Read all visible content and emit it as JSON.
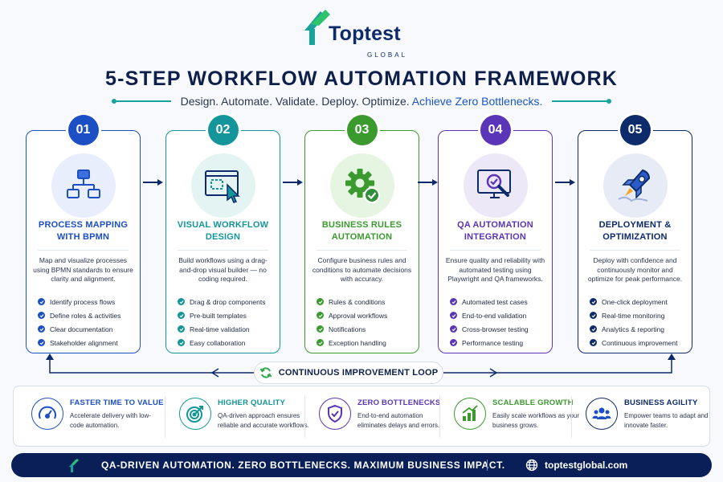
{
  "brand": {
    "name": "Toptest",
    "sub": "GLOBAL"
  },
  "title": "5-STEP WORKFLOW AUTOMATION FRAMEWORK",
  "tagline": {
    "main": "Design. Automate. Validate. Deploy. Optimize.",
    "highlight": "Achieve Zero Bottlenecks."
  },
  "colors": {
    "navy": "#0d1f4a",
    "step1": "#1c4fc3",
    "step2": "#13959a",
    "step3": "#3a9a2e",
    "step4": "#5b35b8",
    "step5": "#0d2a6b"
  },
  "steps": [
    {
      "num": "01",
      "title_l1": "PROCESS MAPPING",
      "title_l2": "WITH BPMN",
      "icon": "process-map-icon",
      "desc": "Map and visualize processes using BPMN standards to ensure clarity and alignment.",
      "bullets": [
        "Identify process flows",
        "Define roles & activities",
        "Clear documentation",
        "Stakeholder alignment"
      ]
    },
    {
      "num": "02",
      "title_l1": "VISUAL WORKFLOW",
      "title_l2": "DESIGN",
      "icon": "visual-builder-icon",
      "desc": "Build workflows using a drag-and-drop visual builder — no coding required.",
      "bullets": [
        "Drag & drop components",
        "Pre-built templates",
        "Real-time validation",
        "Easy collaboration"
      ]
    },
    {
      "num": "03",
      "title_l1": "BUSINESS RULES",
      "title_l2": "AUTOMATION",
      "icon": "gear-check-icon",
      "desc": "Configure business rules and conditions to automate decisions with accuracy.",
      "bullets": [
        "Rules & conditions",
        "Approval workflows",
        "Notifications",
        "Exception handling"
      ]
    },
    {
      "num": "04",
      "title_l1": "QA AUTOMATION",
      "title_l2": "INTEGRATION",
      "icon": "qa-monitor-icon",
      "desc": "Ensure quality and reliability with automated testing using Playwright and QA frameworks.",
      "bullets": [
        "Automated test cases",
        "End-to-end validation",
        "Cross-browser testing",
        "Performance testing"
      ]
    },
    {
      "num": "05",
      "title_l1": "DEPLOYMENT &",
      "title_l2": "OPTIMIZATION",
      "icon": "rocket-icon",
      "desc": "Deploy with confidence and continuously monitor and optimize for peak performance.",
      "bullets": [
        "One-click deployment",
        "Real-time monitoring",
        "Analytics & reporting",
        "Continuous improvement"
      ]
    }
  ],
  "loop": {
    "label": "CONTINUOUS IMPROVEMENT LOOP"
  },
  "benefits": [
    {
      "title": "FASTER TIME TO VALUE",
      "desc": "Accelerate delivery with low-code automation.",
      "icon": "speedometer-icon"
    },
    {
      "title": "HIGHER QUALITY",
      "desc": "QA-driven approach ensures reliable and accurate workflows.",
      "icon": "target-icon"
    },
    {
      "title": "ZERO BOTTLENECKS",
      "desc": "End-to-end automation eliminates delays and errors.",
      "icon": "shield-check-icon"
    },
    {
      "title": "SCALABLE GROWTH",
      "desc": "Easily scale workflows as your business grows.",
      "icon": "growth-chart-icon"
    },
    {
      "title": "BUSINESS AGILITY",
      "desc": "Empower teams to adapt and innovate faster.",
      "icon": "team-icon"
    }
  ],
  "footer": {
    "slogan": "QA-DRIVEN AUTOMATION. ZERO BOTTLENECKS. MAXIMUM BUSINESS IMPACT.",
    "url": "toptestglobal.com"
  }
}
